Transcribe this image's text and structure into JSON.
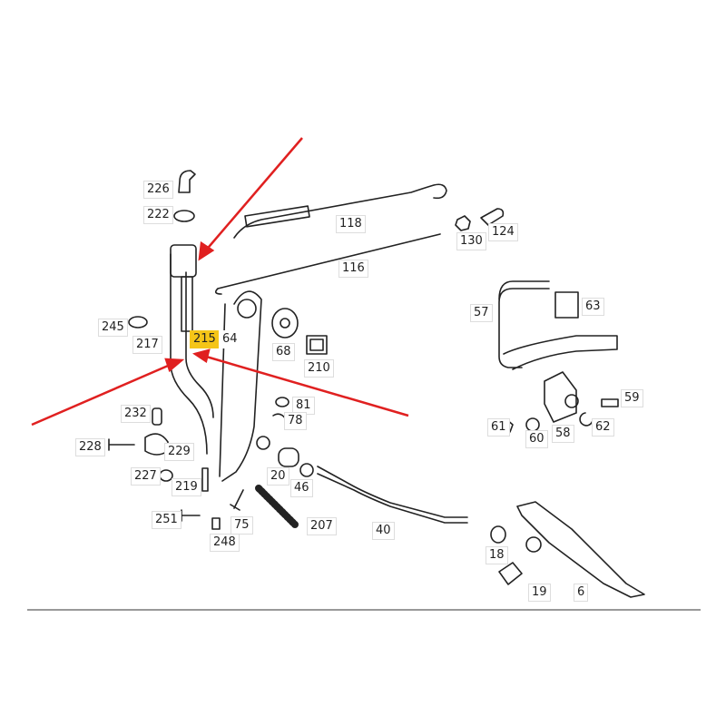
{
  "diagram": {
    "highlight_color": "#f5c518",
    "arrow_color": "#e02020",
    "highlighted_part": "215",
    "labels": [
      {
        "id": "226"
      },
      {
        "id": "222"
      },
      {
        "id": "118"
      },
      {
        "id": "130"
      },
      {
        "id": "124"
      },
      {
        "id": "116"
      },
      {
        "id": "245"
      },
      {
        "id": "217"
      },
      {
        "id": "215"
      },
      {
        "id": "64"
      },
      {
        "id": "68"
      },
      {
        "id": "210"
      },
      {
        "id": "57"
      },
      {
        "id": "63"
      },
      {
        "id": "232"
      },
      {
        "id": "81"
      },
      {
        "id": "78"
      },
      {
        "id": "59"
      },
      {
        "id": "228"
      },
      {
        "id": "229"
      },
      {
        "id": "61"
      },
      {
        "id": "60"
      },
      {
        "id": "58"
      },
      {
        "id": "62"
      },
      {
        "id": "227"
      },
      {
        "id": "219"
      },
      {
        "id": "20"
      },
      {
        "id": "46"
      },
      {
        "id": "251"
      },
      {
        "id": "75"
      },
      {
        "id": "207"
      },
      {
        "id": "40"
      },
      {
        "id": "248"
      },
      {
        "id": "18"
      },
      {
        "id": "19"
      },
      {
        "id": "6"
      }
    ]
  }
}
